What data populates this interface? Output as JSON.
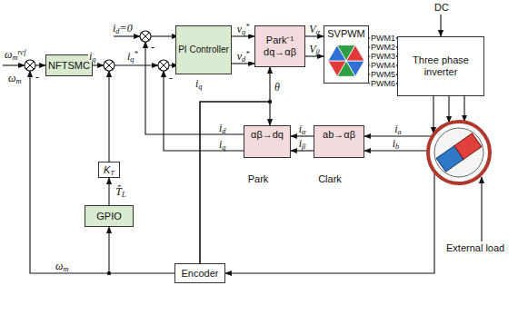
{
  "diagram": {
    "nodes": [
      {
        "text": [
          "NFTSMC"
        ]
      },
      {
        "text": [
          "PI Controller"
        ]
      },
      {
        "text": [
          "Park⁻¹",
          "dq→αβ"
        ]
      },
      {
        "text": [
          "SVPWM"
        ]
      },
      {
        "text": [
          "Three phase inverter"
        ]
      },
      {
        "text": [
          "S",
          "N"
        ]
      },
      {
        "text": [
          "ab→αβ",
          "Clark"
        ]
      },
      {
        "text": [
          "αβ→dq",
          "Park"
        ]
      },
      {
        "text": [
          "KT"
        ]
      },
      {
        "text": [
          "GPIO"
        ]
      },
      {
        "text": [
          "Encoder"
        ]
      }
    ],
    "edges": [
      {
        "from": 1,
        "to": 2,
        "arrow": "to",
        "label": "vq*"
      },
      {
        "from": 1,
        "to": 2,
        "arrow": "to",
        "label": "vd*"
      },
      {
        "from": 2,
        "to": 3,
        "arrow": "to",
        "label": "Vα"
      },
      {
        "from": 2,
        "to": 3,
        "arrow": "to",
        "label": "Vβ"
      },
      {
        "from": 3,
        "to": 4,
        "arrow": "to",
        "label": "PWM1"
      },
      {
        "from": 3,
        "to": 4,
        "arrow": "to",
        "label": "PWM2"
      },
      {
        "from": 3,
        "to": 4,
        "arrow": "to",
        "label": "PWM3"
      },
      {
        "from": 3,
        "to": 4,
        "arrow": "to",
        "label": "PWM4"
      },
      {
        "from": 3,
        "to": 4,
        "arrow": "to",
        "label": "PWM5"
      },
      {
        "from": 3,
        "to": 4,
        "arrow": "to",
        "label": "PWM6"
      },
      {
        "from": 4,
        "to": 5,
        "arrow": "to"
      },
      {
        "from": 4,
        "to": 5,
        "arrow": "to"
      },
      {
        "from": 4,
        "to": 5,
        "arrow": "to"
      },
      {
        "from": 5,
        "to": 6,
        "arrow": "to",
        "label": "ia"
      },
      {
        "from": 5,
        "to": 6,
        "arrow": "to",
        "label": "ib"
      },
      {
        "from": 6,
        "to": 7,
        "arrow": "to",
        "label": "iα"
      },
      {
        "from": 6,
        "to": 7,
        "arrow": "to",
        "label": "iβ"
      },
      {
        "from": 10,
        "to": 2,
        "arrow": "to",
        "label": "θ"
      },
      {
        "from": 10,
        "to": 7,
        "arrow": "to"
      },
      {
        "from": 5,
        "to": 10,
        "arrow": "to"
      },
      {
        "from": 10,
        "to": 9,
        "arrow": "to"
      },
      {
        "from": 9,
        "to": 8,
        "arrow": "to",
        "label": "T̂L"
      }
    ],
    "labels": [
      "ωmref",
      "ωm",
      "-",
      "iq",
      "iq*",
      "-",
      "id=0",
      "-",
      "iq",
      "DC",
      "id",
      "iq",
      "External load",
      "ωm"
    ]
  }
}
